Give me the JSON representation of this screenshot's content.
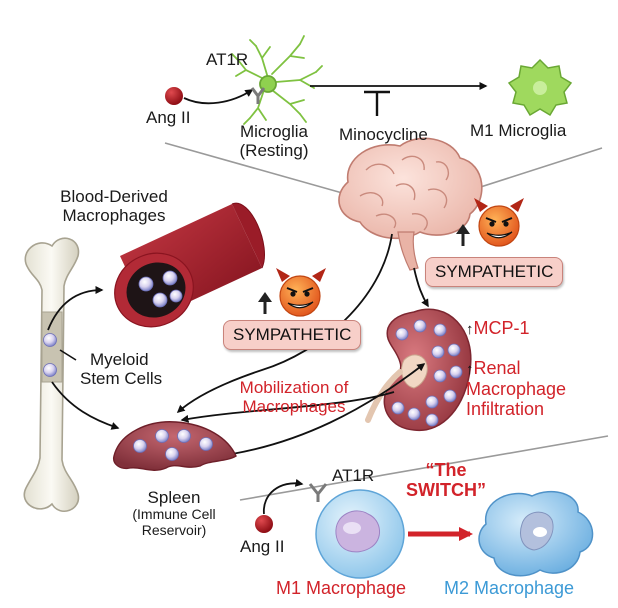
{
  "labels": {
    "ang2_top": "Ang II",
    "at1r_top": "AT1R",
    "microglia_resting_1": "Microglia",
    "microglia_resting_2": "(Resting)",
    "minocycline": "Minocycline",
    "m1_microglia": "M1 Microglia",
    "blood_macro_1": "Blood-Derived",
    "blood_macro_2": "Macrophages",
    "sympathetic_right": "SYMPATHETIC",
    "sympathetic_left": "SYMPATHETIC",
    "myeloid_1": "Myeloid",
    "myeloid_2": "Stem Cells",
    "mcp1": "MCP-1",
    "renal_1": "Renal",
    "renal_2": "Macrophage",
    "renal_3": "Infiltration",
    "mobilization_1": "Mobilization of",
    "mobilization_2": "Macrophages",
    "spleen_1": "Spleen",
    "spleen_2": "(Immune Cell",
    "spleen_3": "Reservoir)",
    "at1r_bottom": "AT1R",
    "ang2_bottom": "Ang II",
    "switch_1": "“The",
    "switch_2": "SWITCH”",
    "m1_macrophage": "M1 Macrophage",
    "m2_macrophage": "M2 Macrophage"
  },
  "colors": {
    "red_text": "#d2232a",
    "blue_text": "#3c9ad6",
    "sympathetic_box": "#f7cfc9",
    "microglia_resting": "#7fc241",
    "m1_microglia": "#8fd14f",
    "ang2_ball": "#b5121b",
    "vessel": "#a8192a",
    "spleen": "#a8454f",
    "kidney": "#b7555e",
    "m1_macrophage": "#9fd0ee",
    "m2_macrophage": "#7fb8e3",
    "devil_face": "#f07a1b"
  },
  "icons": [
    "devil-face-icon",
    "up-arrow-icon",
    "brain-icon",
    "bone-icon",
    "blood-vessel-icon",
    "kidney-icon",
    "spleen-icon",
    "microglia-cell-icon",
    "macrophage-cell-icon",
    "angiotensin-ball-icon",
    "receptor-icon",
    "inhibition-symbol"
  ]
}
